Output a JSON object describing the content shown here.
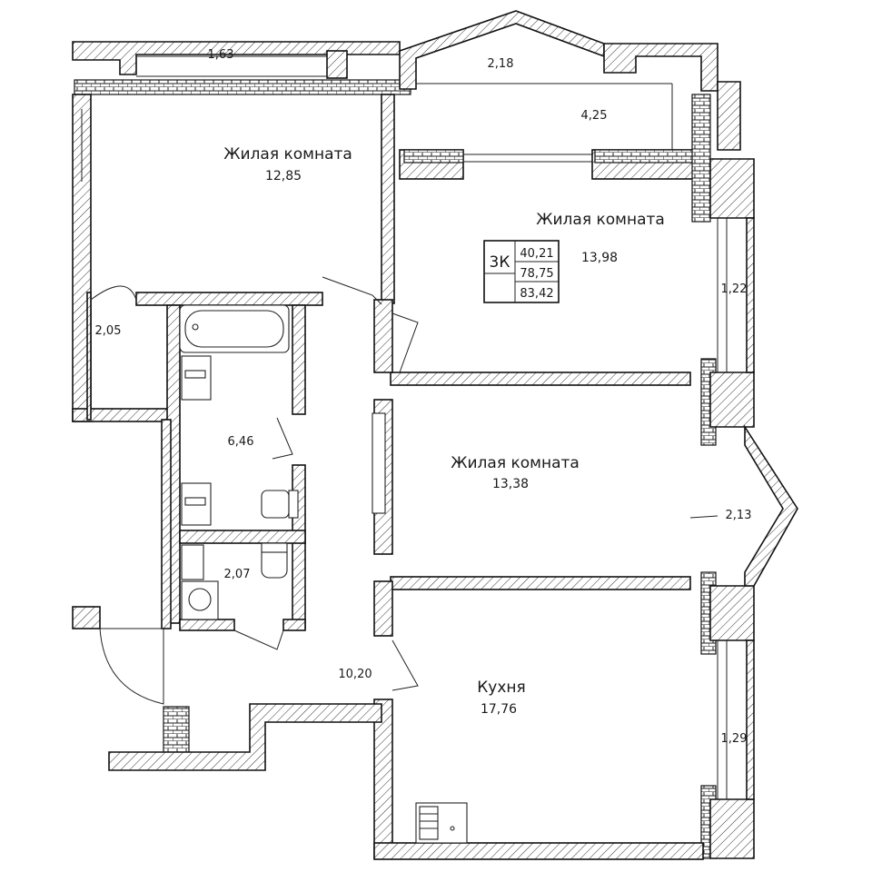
{
  "rooms": [
    {
      "id": "living1",
      "name": "Жилая комната",
      "area": "12,85"
    },
    {
      "id": "living2",
      "name": "Жилая комната",
      "area": "13,98"
    },
    {
      "id": "living3",
      "name": "Жилая комната",
      "area": "13,38"
    },
    {
      "id": "kitchen",
      "name": "Кухня",
      "area": "17,76"
    }
  ],
  "areas": {
    "balcony_top_left": "1,63",
    "bay_top": "2,18",
    "loggia_top": "4,25",
    "closet": "2,05",
    "bathroom": "6,46",
    "wc": "2,07",
    "hall": "10,20",
    "balcony_right_1": "1,22",
    "bay_right": "2,13",
    "balcony_right_2": "1,29"
  },
  "summary": {
    "type": "3К",
    "living_area": "40,21",
    "total_area": "78,75",
    "total_with_balconies": "83,42"
  }
}
